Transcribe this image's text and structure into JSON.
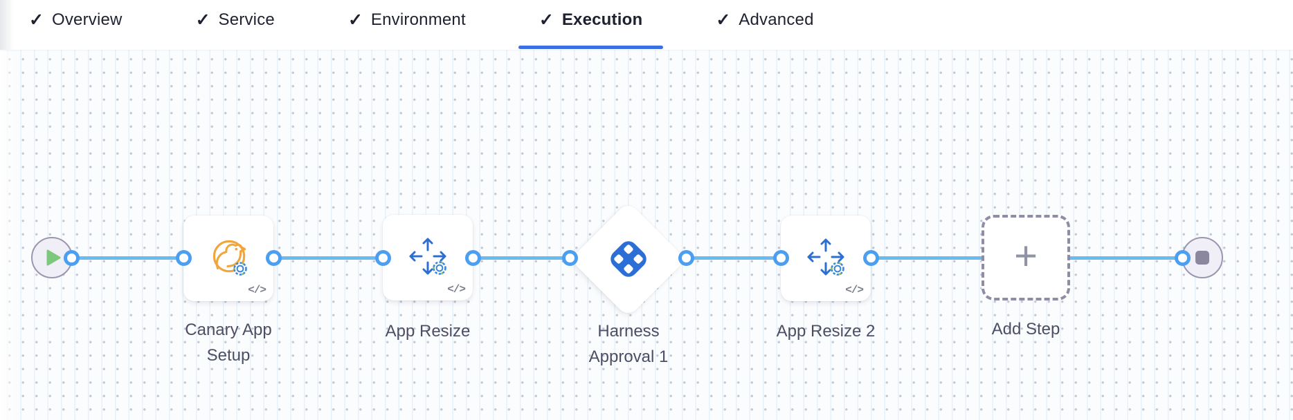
{
  "tabs": {
    "check_glyph": "✓",
    "items": [
      {
        "label": "Overview",
        "checked": true,
        "active": false
      },
      {
        "label": "Service",
        "checked": true,
        "active": false
      },
      {
        "label": "Environment",
        "checked": true,
        "active": false
      },
      {
        "label": "Execution",
        "checked": true,
        "active": true
      },
      {
        "label": "Advanced",
        "checked": true,
        "active": false
      }
    ]
  },
  "pipeline": {
    "start_node": {
      "icon": "play-icon"
    },
    "end_node": {
      "icon": "stop-icon"
    },
    "steps": [
      {
        "label": "Canary App Setup",
        "icon": "canary-bird-icon",
        "type": "step",
        "has_code_badge": true
      },
      {
        "label": "App Resize",
        "icon": "resize-arrows-icon",
        "type": "step",
        "has_code_badge": true
      },
      {
        "label": "Harness Approval 1",
        "icon": "harness-logo-icon",
        "type": "approval-diamond",
        "has_code_badge": false
      },
      {
        "label": "App Resize 2",
        "icon": "resize-arrows-icon",
        "type": "step",
        "has_code_badge": true
      },
      {
        "label": "Add Step",
        "icon": "plus-icon",
        "type": "add-step-placeholder",
        "has_code_badge": false
      }
    ],
    "code_badge_glyph": "</>",
    "plus_glyph": "+"
  },
  "colors": {
    "active_tab_underline": "#3a70e0",
    "connector_line": "#69bcf2",
    "port_ring": "#4c9ef0",
    "harness_logo_blue": "#2b6fd6",
    "resize_arrow_blue": "#2d6fd0",
    "canary_orange": "#f0a63c",
    "play_green": "#7dc87c",
    "terminal_border_gray": "#9b95af",
    "stop_square_gray": "#8b87a0",
    "label_text": "#4c4f64",
    "tab_text": "#1e2130"
  }
}
